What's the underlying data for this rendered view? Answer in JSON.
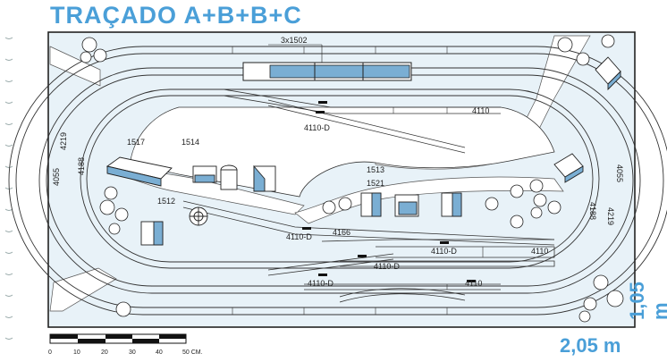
{
  "title": "TRAÇADO A+B+B+C",
  "dimensions": {
    "width": "2,05 m",
    "height": "1,05 m"
  },
  "labels": {
    "station": "3x1502",
    "track_4110_top": "4110",
    "track_4110d_top": "4110-D",
    "b1517": "1517",
    "b1514": "1514",
    "b1513": "1513",
    "b1521": "1521",
    "b1512": "1512",
    "t4055_left": "4055",
    "t4219_left": "4219",
    "t4188_left": "4188",
    "t4055_right": "4055",
    "t4219_right": "4219",
    "t4188_right": "4188",
    "t4166": "4166",
    "t4110d_mid": "4110-D",
    "t4110d_y1": "4110-D",
    "t4110_y1": "4110",
    "t4110d_y2": "4110-D",
    "t4110d_bot": "4110-D",
    "t4110_bot": "4110"
  },
  "scale": {
    "ticks": [
      "0",
      "10",
      "20",
      "30",
      "40",
      "50 CM."
    ]
  },
  "colors": {
    "accent": "#4a9fd8",
    "board": "#e8f2f8",
    "building": "#7aaed3"
  }
}
